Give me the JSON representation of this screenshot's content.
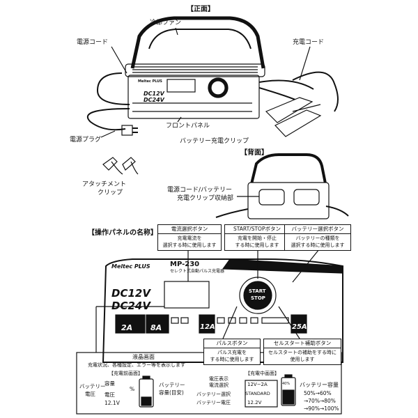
{
  "sections": {
    "front": "【正面】",
    "back": "【背面】",
    "panel": "【操作パネルの名称】"
  },
  "front_labels": {
    "cooling_fan": "冷却ファン",
    "power_cord": "電源コード",
    "charge_cord": "充電コード",
    "front_panel": "フロントパネル",
    "power_plug": "電源プラグ",
    "battery_clip": "バッテリー充電クリップ",
    "attachment_clip_1": "アタッチメント",
    "attachment_clip_2": "クリップ"
  },
  "back_labels": {
    "storage_1": "電源コード/バッテリー",
    "storage_2": "充電クリップ収納部"
  },
  "device": {
    "brand": "Meltec PLUS",
    "model": "MP-230",
    "model_sub": "セレクト式自動パルス充電器",
    "voltage_1": "DC12V",
    "voltage_2": "DC24V",
    "amp_1": "2A",
    "amp_2": "8A",
    "amp_3": "12A",
    "amp_4": "25A",
    "start_1": "START",
    "start_2": "STOP"
  },
  "callouts": {
    "current_select": {
      "title": "電流選択ボタン",
      "desc_1": "充電電流を",
      "desc_2": "選択する時に使用します"
    },
    "start_stop": {
      "title": "START/STOPボタン",
      "desc_1": "充電を開始・停止",
      "desc_2": "する時に使用します"
    },
    "battery_select": {
      "title": "バッテリー選択ボタン",
      "desc_1": "バッテリーの種類を",
      "desc_2": "選択する時に使用します"
    },
    "pulse": {
      "title": "パルスボタン",
      "desc_1": "パルス充電を",
      "desc_2": "する時に使用します"
    },
    "cell_start": {
      "title": "セルスタート補助ボタン",
      "desc_1": "セルスタートの補助をする時に",
      "desc_2": "使用します"
    }
  },
  "lcd": {
    "title": "液晶画面",
    "desc": "充電状況、各種設定、エラー等を表示します",
    "before_title": "【充電前画面】",
    "during_title": "【充電中画面】",
    "battery_voltage_1": "バッテリー",
    "battery_voltage_2": "電圧",
    "capacity_label": "容量",
    "percent": "%",
    "voltage_label": "電圧",
    "voltage_value": "12.1V",
    "capacity_guide_1": "バッテリー",
    "capacity_guide_2": "容量(目安)",
    "voltage_display_1": "電圧表示",
    "voltage_display_2": "電流選択",
    "range_value": "12V−2A",
    "battery_select": "バッテリー選択",
    "standard": "STANDARD",
    "battery_voltage": "バッテリー電圧",
    "battery_voltage_value": "12.2V",
    "capacity_title": "バッテリー容量",
    "cap_1": "50%→60%",
    "cap_2": "→70%→80%",
    "cap_3": "→90%→100%",
    "pct_label": "40%"
  }
}
